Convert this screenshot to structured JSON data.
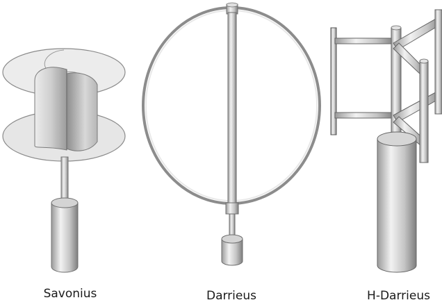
{
  "captions": {
    "savonius": "Savonius",
    "darrieus": "Darrieus",
    "h_darrieus": "H-Darrieus"
  },
  "turbines": [
    {
      "type": "savonius",
      "icon": "savonius-rotor-icon"
    },
    {
      "type": "darrieus",
      "icon": "darrieus-rotor-icon"
    },
    {
      "type": "h-darrieus",
      "icon": "h-darrieus-rotor-icon"
    }
  ]
}
